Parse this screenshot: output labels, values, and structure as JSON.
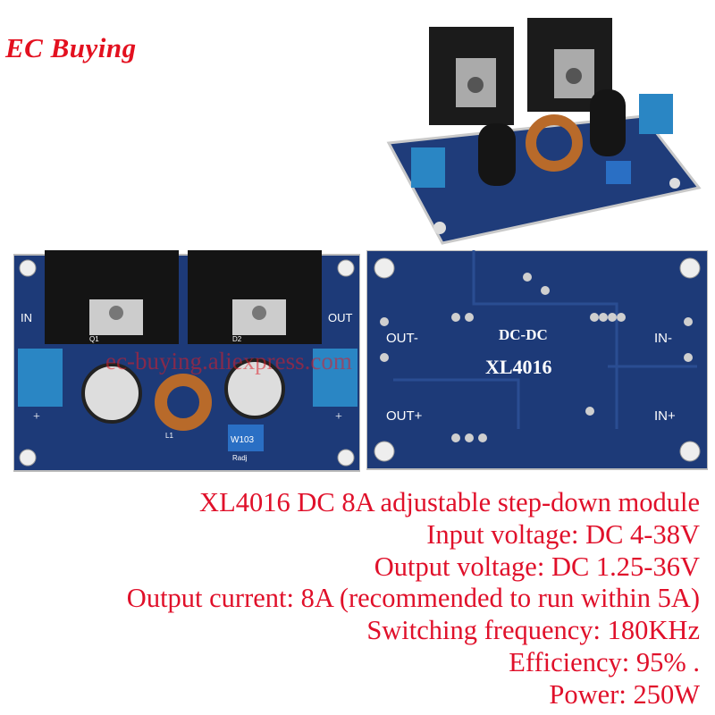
{
  "brand": {
    "logo_text": "EC Buying",
    "color": "#e3101f"
  },
  "watermark": "ec-buying.aliexpress.com",
  "board_front": {
    "labels": {
      "in": "IN",
      "out": "OUT",
      "q1": "Q1",
      "d2": "D2",
      "l1": "L1",
      "pot": "W103",
      "radj": "Radj",
      "plus_left": "+",
      "plus_right": "+"
    }
  },
  "board_back": {
    "labels": {
      "out_minus": "OUT-",
      "out_plus": "OUT+",
      "in_minus": "IN-",
      "in_plus": "IN+",
      "title": "DC-DC",
      "chip": "XL4016"
    }
  },
  "specs": [
    "XL4016 DC 8A adjustable step-down module",
    "Input voltage: DC 4-38V",
    "Output voltage: DC 1.25-36V",
    "Output current: 8A (recommended to run within 5A)",
    "Switching frequency: 180KHz",
    "Efficiency: 95% .",
    "Power: 250W"
  ],
  "colors": {
    "text": "#e0102a",
    "pcb": "#1d3a78",
    "heatsink": "#1a1a1a",
    "terminal": "#2a86c4"
  }
}
